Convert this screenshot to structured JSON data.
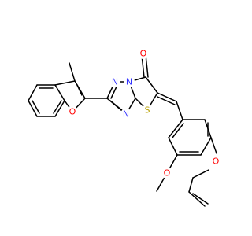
{
  "structure": {
    "type": "skeletal-formula",
    "atoms": {
      "triazole_n1": {
        "symbol": "N",
        "color": "#3333ff"
      },
      "triazole_n2": {
        "symbol": "N",
        "color": "#3333ff"
      },
      "triazole_n4": {
        "symbol": "N",
        "color": "#3333ff"
      },
      "ring_sulfur": {
        "symbol": "S",
        "color": "#b8a000"
      },
      "carbonyl_oxygen": {
        "symbol": "O",
        "color": "#ff0000"
      },
      "furan_oxygen": {
        "symbol": "O",
        "color": "#ff0000"
      },
      "methoxy_oxygen": {
        "symbol": "O",
        "color": "#ff0000"
      },
      "allyloxy_oxygen": {
        "symbol": "O",
        "color": "#ff0000"
      }
    }
  }
}
